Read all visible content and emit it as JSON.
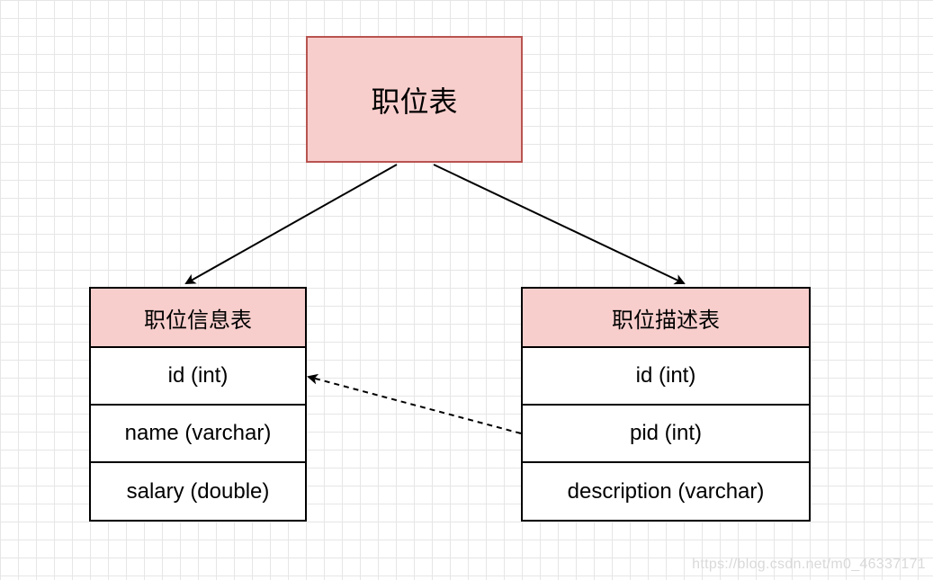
{
  "diagram": {
    "top_node": {
      "label": "职位表"
    },
    "left_table": {
      "title": "职位信息表",
      "rows": [
        "id (int)",
        "name (varchar)",
        "salary (double)"
      ]
    },
    "right_table": {
      "title": "职位描述表",
      "rows": [
        "id (int)",
        "pid (int)",
        "description (varchar)"
      ]
    },
    "edges": [
      {
        "from": "职位表",
        "to": "职位信息表",
        "style": "solid"
      },
      {
        "from": "职位表",
        "to": "职位描述表",
        "style": "solid"
      },
      {
        "from": "pid (int)",
        "to": "id (int)",
        "style": "dashed"
      }
    ]
  },
  "watermark": "https://blog.csdn.net/m0_46337171",
  "colors": {
    "header_fill": "#f8cecc",
    "header_border": "#b85450",
    "grid": "#e6e6e6"
  }
}
